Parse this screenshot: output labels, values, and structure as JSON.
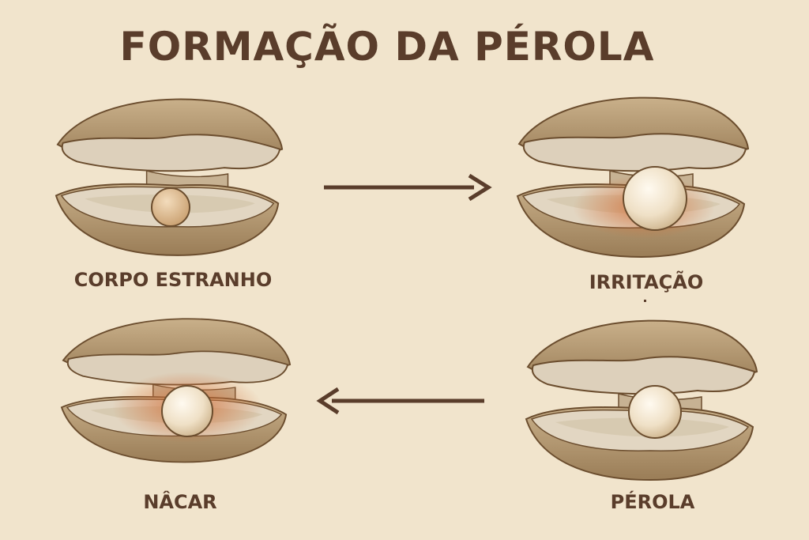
{
  "title": "FORMAÇÃO DA PÉROLA",
  "stages": [
    {
      "label": "CORPO ESTRANHO",
      "icon": "oyster-with-foreign-body"
    },
    {
      "label": "IRRITAÇÃO",
      "icon": "oyster-with-irritation"
    },
    {
      "label": "NÂCAR",
      "icon": "oyster-with-nacre"
    },
    {
      "label": "PÉROLA",
      "icon": "oyster-with-pearl"
    }
  ],
  "colors": {
    "background": "#f1e4cc",
    "text": "#5a3d2b",
    "shell": "#a88c66",
    "irritation": "#d2703a"
  }
}
